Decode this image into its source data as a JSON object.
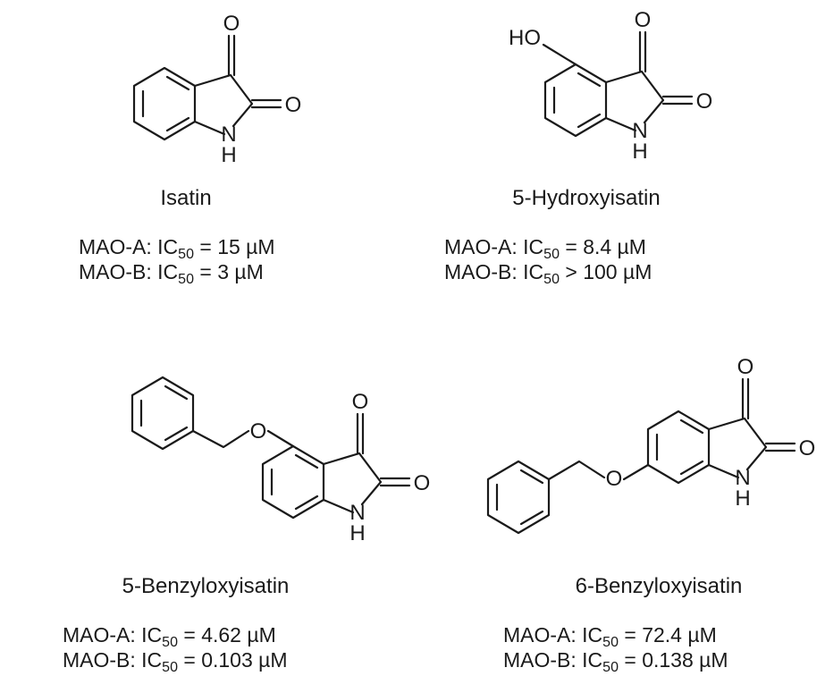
{
  "compounds": [
    {
      "name": "Isatin",
      "mao_a": {
        "label": "MAO-A: IC",
        "sub": "50",
        "rel": "=",
        "value": "15 µM"
      },
      "mao_b": {
        "label": "MAO-B: IC",
        "sub": "50",
        "rel": "=",
        "value": "3 µM"
      }
    },
    {
      "name": "5-Hydroxyisatin",
      "substituent": "HO",
      "mao_a": {
        "label": "MAO-A: IC",
        "sub": "50",
        "rel": "=",
        "value": "8.4 µM"
      },
      "mao_b": {
        "label": "MAO-B: IC",
        "sub": "50",
        "rel": ">",
        "value": "100 µM"
      }
    },
    {
      "name": "5-Benzyloxyisatin",
      "mao_a": {
        "label": "MAO-A: IC",
        "sub": "50",
        "rel": "=",
        "value": "4.62 µM"
      },
      "mao_b": {
        "label": "MAO-B: IC",
        "sub": "50",
        "rel": "=",
        "value": "0.103 µM"
      }
    },
    {
      "name": "6-Benzyloxyisatin",
      "mao_a": {
        "label": "MAO-A: IC",
        "sub": "50",
        "rel": "=",
        "value": "72.4 µM"
      },
      "mao_b": {
        "label": "MAO-B: IC",
        "sub": "50",
        "rel": "=",
        "value": "0.138 µM"
      }
    }
  ],
  "atoms": {
    "oxygen": "O",
    "nitrogen": "N",
    "hydrogen": "H"
  }
}
